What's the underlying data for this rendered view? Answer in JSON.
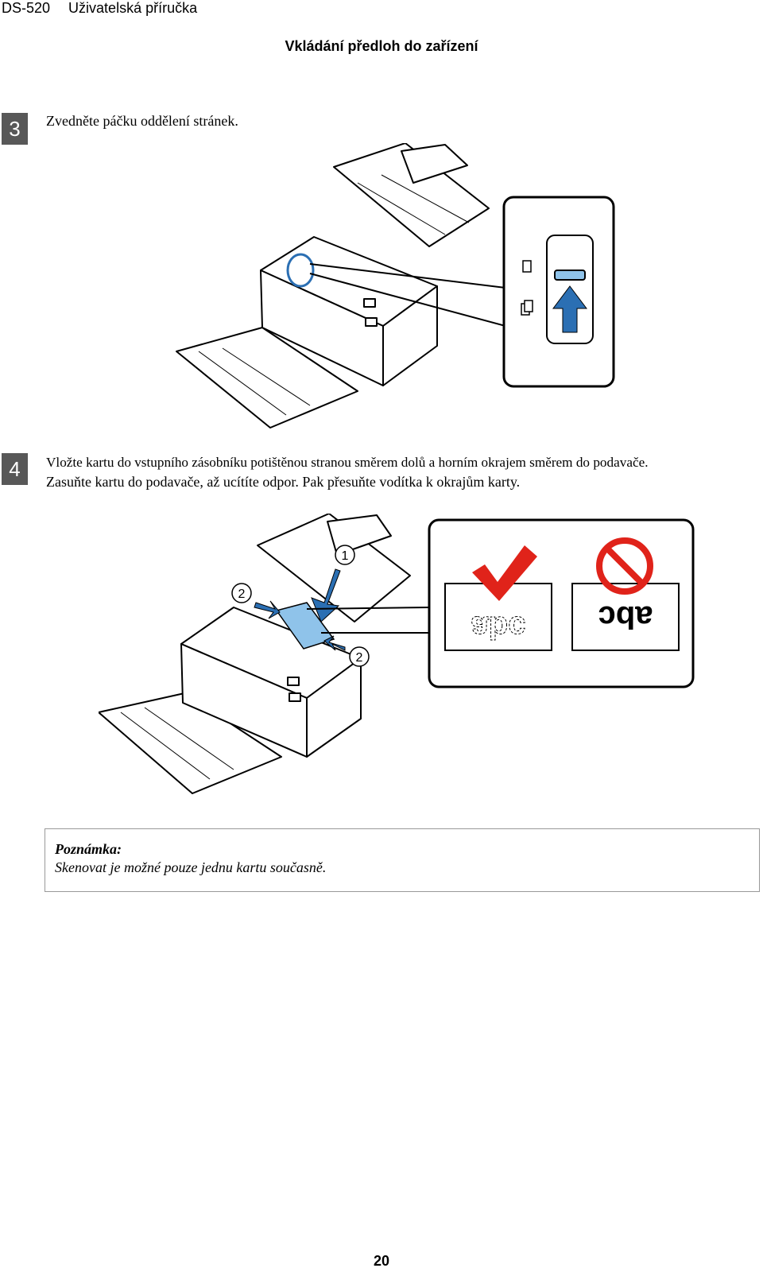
{
  "header": {
    "model": "DS-520",
    "manual": "Uživatelská příručka"
  },
  "section_title": "Vkládání předloh do zařízení",
  "steps": [
    {
      "number": "3",
      "text": "Zvedněte páčku oddělení stránek."
    },
    {
      "number": "4",
      "line1": "Vložte kartu do vstupního zásobníku potištěnou stranou směrem dolů a horním okrajem směrem do podavače.",
      "line2": "Zasuňte kartu do podavače, až ucítíte odpor. Pak přesuňte vodítka k okrajům karty."
    }
  ],
  "figure2": {
    "callout1": "1",
    "callout2": "2",
    "sample_text": "abc"
  },
  "note": {
    "title": "Poznámka:",
    "body": "Skenovat je možné pouze jednu kartu současně."
  },
  "page_number": "20",
  "colors": {
    "accent_blue": "#2b6fb3",
    "check_red": "#e0231a",
    "step_box": "#585858"
  }
}
